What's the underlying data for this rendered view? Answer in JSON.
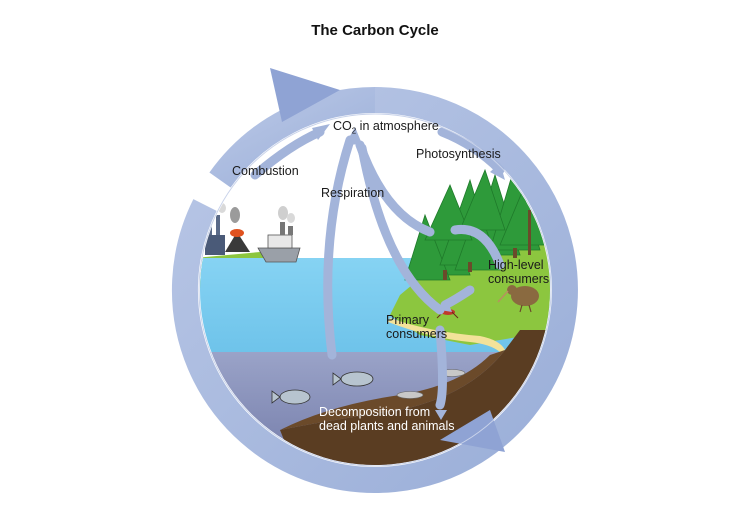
{
  "title": "The Carbon Cycle",
  "labels": {
    "co2_main": "CO",
    "co2_sub": "2",
    "co2_rest": " in atmosphere",
    "photosynthesis": "Photosynthesis",
    "combustion": "Combustion",
    "respiration": "Respiration",
    "high_level_1": "High-level",
    "high_level_2": "consumers",
    "primary_1": "Primary",
    "primary_2": "consumers",
    "decomp_1": "Decomposition from",
    "decomp_2": "dead plants and animals"
  },
  "colors": {
    "cycle_ring": "#a9b9de",
    "arrow": "#9fb1d9",
    "sea": "#7ccdf0",
    "deep_sea": "#8890b8",
    "land": "#8cc63f",
    "soil": "#5a3d22",
    "tree": "#2e9a3a"
  }
}
